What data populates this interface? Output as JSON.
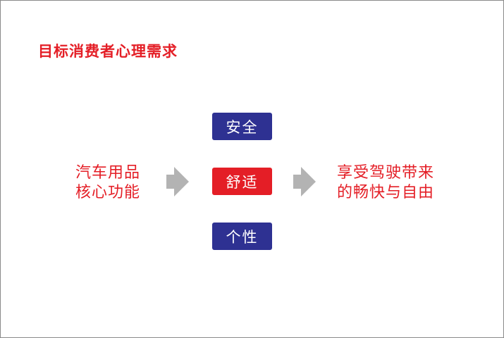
{
  "title": "目标消费者心理需求",
  "left_text": [
    "汽车用品",
    "核心功能"
  ],
  "center_items": [
    "安全",
    "舒适",
    "个性"
  ],
  "right_text": [
    "享受驾驶带来",
    "的畅快与自由"
  ],
  "colors": {
    "accent_red": "#e41e26",
    "box_blue": "#2e3192",
    "arrow_gray": "#b3b3b3"
  }
}
